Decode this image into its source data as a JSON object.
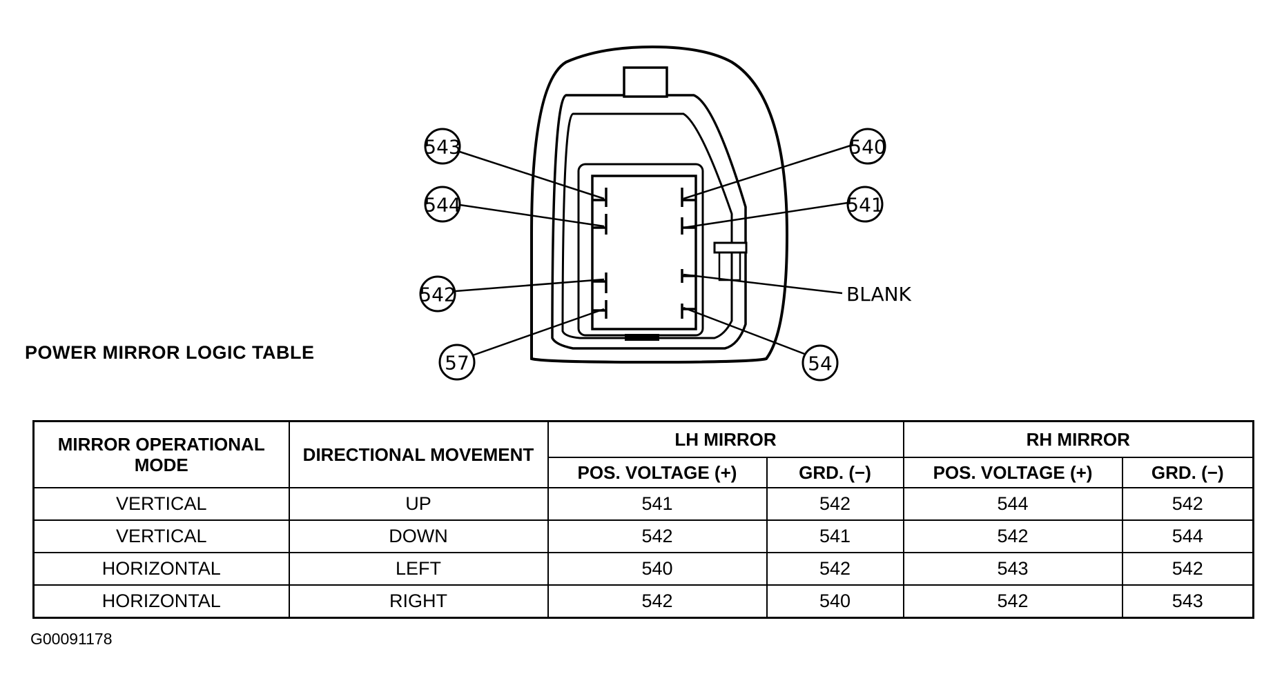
{
  "connector": {
    "left_circuits": [
      "543",
      "544",
      "542",
      "57"
    ],
    "right_circuits": [
      "540",
      "541",
      "54"
    ],
    "blank_label": "BLANK"
  },
  "table_title": "POWER MIRROR LOGIC TABLE",
  "table": {
    "mode_header": "MIRROR OPERATIONAL MODE",
    "direction_header": "DIRECTIONAL MOVEMENT",
    "lh_header": "LH MIRROR",
    "rh_header": "RH MIRROR",
    "pos_header": "POS. VOLTAGE (+)",
    "grd_header": "GRD. (−)",
    "rows": [
      {
        "mode": "VERTICAL",
        "direction": "UP",
        "lh_pos": "541",
        "lh_grd": "542",
        "rh_pos": "544",
        "rh_grd": "542"
      },
      {
        "mode": "VERTICAL",
        "direction": "DOWN",
        "lh_pos": "542",
        "lh_grd": "541",
        "rh_pos": "542",
        "rh_grd": "544"
      },
      {
        "mode": "HORIZONTAL",
        "direction": "LEFT",
        "lh_pos": "540",
        "lh_grd": "542",
        "rh_pos": "543",
        "rh_grd": "542"
      },
      {
        "mode": "HORIZONTAL",
        "direction": "RIGHT",
        "lh_pos": "542",
        "lh_grd": "540",
        "rh_pos": "542",
        "rh_grd": "543"
      }
    ]
  },
  "figure_id": "G00091178"
}
